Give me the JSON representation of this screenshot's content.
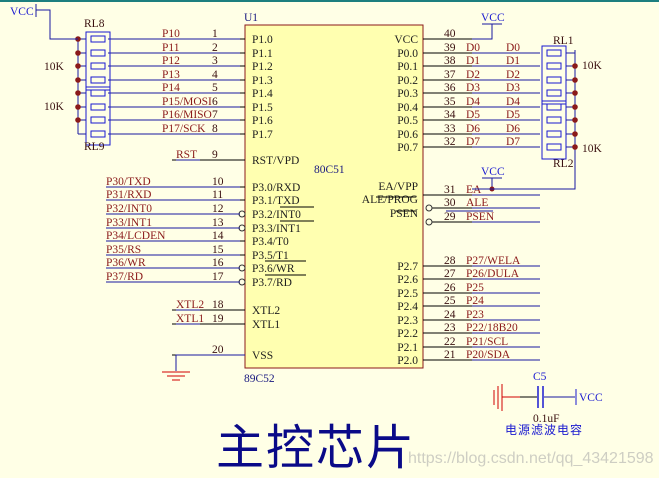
{
  "window": {
    "title": "主控芯片"
  },
  "chip": {
    "designator": "U1",
    "type_label": "80C51",
    "part_name": "89C52",
    "left_pins": [
      {
        "num": "1",
        "label": "P1.0",
        "net": "P10"
      },
      {
        "num": "2",
        "label": "P1.1",
        "net": "P11"
      },
      {
        "num": "3",
        "label": "P1.2",
        "net": "P12"
      },
      {
        "num": "4",
        "label": "P1.3",
        "net": "P13"
      },
      {
        "num": "5",
        "label": "P1.4",
        "net": "P14"
      },
      {
        "num": "6",
        "label": "P1.5",
        "net": "P15/MOSI"
      },
      {
        "num": "7",
        "label": "P1.6",
        "net": "P16/MISO"
      },
      {
        "num": "8",
        "label": "P1.7",
        "net": "P17/SCK"
      },
      {
        "num": "9",
        "label": "RST/VPD",
        "net": "RST"
      },
      {
        "num": "10",
        "label": "P3.0/RXD",
        "net": "P30/TXD"
      },
      {
        "num": "11",
        "label": "P3.1/TXD",
        "net": "P31/RXD"
      },
      {
        "num": "12",
        "label": "P3.2/INT0",
        "net": "P32/INT0"
      },
      {
        "num": "13",
        "label": "P3.3/INT1",
        "net": "P33/INT1"
      },
      {
        "num": "14",
        "label": "P3.4/T0",
        "net": "P34/LCDEN"
      },
      {
        "num": "15",
        "label": "P3.5/T1",
        "net": "P35/RS"
      },
      {
        "num": "16",
        "label": "P3.6/WR",
        "net": "P36/WR"
      },
      {
        "num": "17",
        "label": "P3.7/RD",
        "net": "P37/RD"
      },
      {
        "num": "18",
        "label": "XTL2",
        "net": "XTL2"
      },
      {
        "num": "19",
        "label": "XTL1",
        "net": "XTL1"
      },
      {
        "num": "20",
        "label": "VSS",
        "net": ""
      }
    ],
    "right_pins": [
      {
        "num": "40",
        "label": "VCC",
        "net": "",
        "net2": ""
      },
      {
        "num": "39",
        "label": "P0.0",
        "net": "D0",
        "net2": "D0"
      },
      {
        "num": "38",
        "label": "P0.1",
        "net": "D1",
        "net2": "D1"
      },
      {
        "num": "37",
        "label": "P0.2",
        "net": "D2",
        "net2": "D2"
      },
      {
        "num": "36",
        "label": "P0.3",
        "net": "D3",
        "net2": "D3"
      },
      {
        "num": "35",
        "label": "P0.4",
        "net": "D4",
        "net2": "D4"
      },
      {
        "num": "34",
        "label": "P0.5",
        "net": "D5",
        "net2": "D5"
      },
      {
        "num": "33",
        "label": "P0.6",
        "net": "D6",
        "net2": "D6"
      },
      {
        "num": "32",
        "label": "P0.7",
        "net": "D7",
        "net2": "D7"
      },
      {
        "num": "31",
        "label": "EA/VPP",
        "net": "EA",
        "net2": ""
      },
      {
        "num": "30",
        "label": "ALE/PROG",
        "net": "ALE",
        "net2": ""
      },
      {
        "num": "29",
        "label": "PSEN",
        "net": "PSEN",
        "net2": ""
      },
      {
        "num": "28",
        "label": "P2.7",
        "net": "P27/WELA",
        "net2": ""
      },
      {
        "num": "27",
        "label": "P2.6",
        "net": "P26/DULA",
        "net2": ""
      },
      {
        "num": "26",
        "label": "P2.5",
        "net": "P25",
        "net2": ""
      },
      {
        "num": "25",
        "label": "P2.4",
        "net": "P24",
        "net2": ""
      },
      {
        "num": "24",
        "label": "P2.3",
        "net": "P23",
        "net2": ""
      },
      {
        "num": "23",
        "label": "P2.2",
        "net": "P22/18B20",
        "net2": ""
      },
      {
        "num": "22",
        "label": "P2.1",
        "net": "P21/SCL",
        "net2": ""
      },
      {
        "num": "21",
        "label": "P2.0",
        "net": "P20/SDA",
        "net2": ""
      }
    ]
  },
  "resistor_networks": [
    {
      "designator": "RL8",
      "value": "10K"
    },
    {
      "designator": "RL9",
      "value": "10K"
    },
    {
      "designator": "RL1",
      "value": "10K"
    },
    {
      "designator": "RL2",
      "value": "10K"
    }
  ],
  "power_labels": {
    "vcc_top_left": "VCC",
    "vcc_pin40": "VCC",
    "vcc_ea": "VCC",
    "vcc_cap": "VCC"
  },
  "capacitor": {
    "designator": "C5",
    "value": "0.1uF",
    "caption": "电源滤波电容"
  },
  "footer": {
    "title": "主控芯片",
    "watermark": "https://blog.csdn.net/qq_43421598"
  }
}
